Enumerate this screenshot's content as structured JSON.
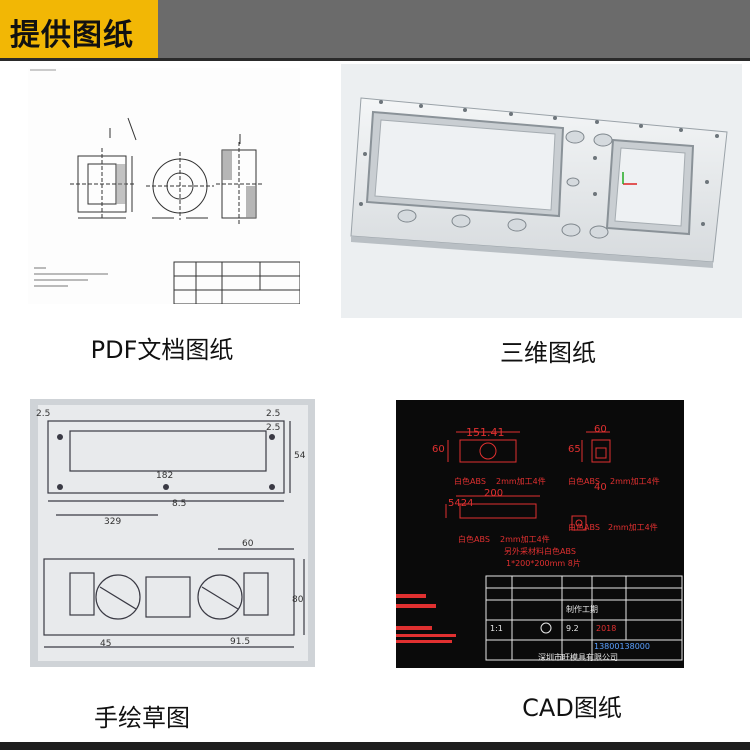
{
  "header": {
    "title": "提供图纸"
  },
  "panels": {
    "pdf": {
      "caption": "PDF文档图纸"
    },
    "three_d": {
      "caption": "三维图纸"
    },
    "sketch": {
      "caption": "手绘草图",
      "dims": [
        "2.5",
        "2.5",
        "2.5",
        "54",
        "182",
        "8.5",
        "329",
        "60",
        "80",
        "91.5",
        "45"
      ]
    },
    "cad": {
      "caption": "CAD图纸",
      "dims": [
        "151.41",
        "60",
        "60",
        "65",
        "40",
        "200",
        "5424"
      ],
      "notes": [
        "白色ABS",
        "2mm加工4件",
        "白色ABS",
        "2mm加工4件",
        "白色ABS",
        "2mm加工4件",
        "白色ABS",
        "2mm加工4件",
        "另外采材料白色ABS",
        "1*200*200mm 8片"
      ],
      "title_block": {
        "scale": "1:1",
        "maker": "制作工期",
        "qty": "9.2",
        "date": "2018",
        "company": "深圳市旺模具有限公司",
        "phone": "13800138000"
      }
    }
  },
  "colors": {
    "accent": "#f2b705",
    "header_bg": "#6b6b6b",
    "cad_bg": "#0a0a0a",
    "cad_red": "#e03030"
  }
}
